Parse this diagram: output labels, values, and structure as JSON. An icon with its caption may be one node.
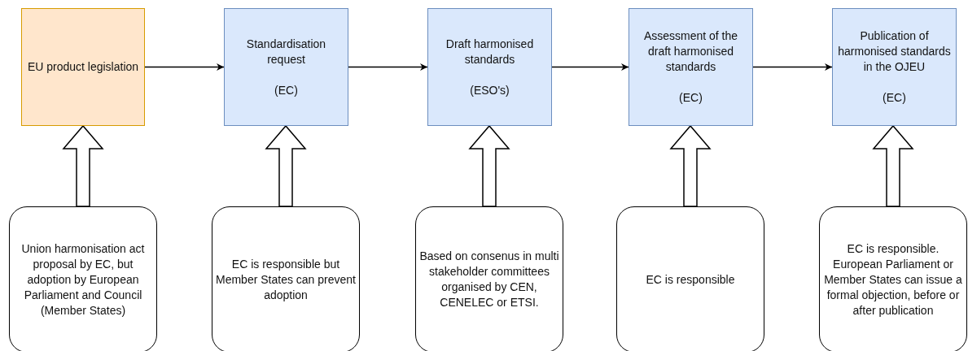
{
  "diagram": {
    "nodes": [
      {
        "text": [
          "EU product legislation"
        ]
      },
      {
        "text": [
          "Standardisation request",
          "(EC)"
        ]
      },
      {
        "text": [
          "Draft harmonised standards",
          "(ESO's)"
        ]
      },
      {
        "text": [
          "Assessment of the draft harmonised standards",
          "(EC)"
        ]
      },
      {
        "text": [
          "Publication of harmonised standards in the OJEU",
          "(EC)"
        ]
      },
      {
        "text": [
          "Union harmonisation act proposal by EC, but adoption by European Parliament and Council (Member States)"
        ]
      },
      {
        "text": [
          "EC is responsible but Member States can prevent adoption"
        ]
      },
      {
        "text": [
          "Based on consenus in multi stakeholder committees organised by CEN, CENELEC or ETSI."
        ]
      },
      {
        "text": [
          "EC is responsible"
        ]
      },
      {
        "text": [
          "EC is responsible. European Parliament or Member States can issue a formal objection, before or after publication"
        ]
      }
    ],
    "edges": [
      {
        "from": 0,
        "to": 1,
        "arrow": "to"
      },
      {
        "from": 1,
        "to": 2,
        "arrow": "to"
      },
      {
        "from": 2,
        "to": 3,
        "arrow": "to"
      },
      {
        "from": 3,
        "to": 4,
        "arrow": "to"
      },
      {
        "from": 5,
        "to": 0,
        "arrow": "to",
        "style": "thick"
      },
      {
        "from": 6,
        "to": 1,
        "arrow": "to",
        "style": "thick"
      },
      {
        "from": 7,
        "to": 2,
        "arrow": "to",
        "style": "thick"
      },
      {
        "from": 8,
        "to": 3,
        "arrow": "to",
        "style": "thick"
      },
      {
        "from": 9,
        "to": 4,
        "arrow": "to",
        "style": "thick"
      }
    ]
  }
}
